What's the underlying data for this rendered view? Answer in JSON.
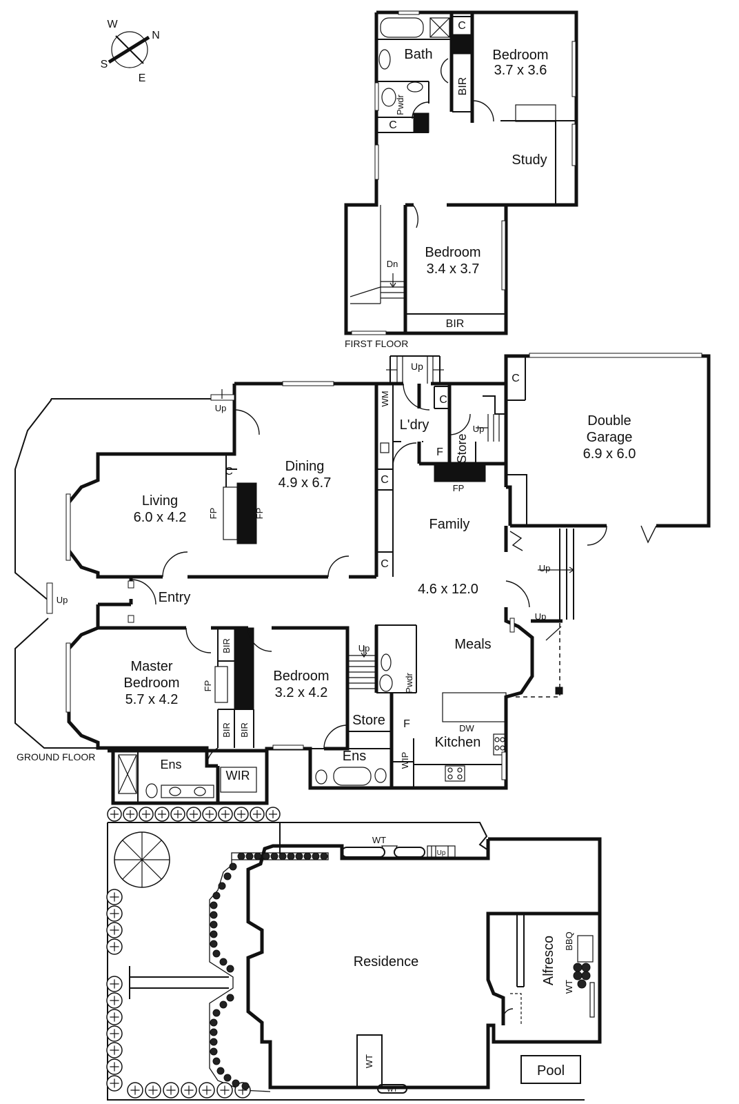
{
  "compass": {
    "n": "N",
    "s": "S",
    "e": "E",
    "w": "W"
  },
  "floors": {
    "first": "FIRST FLOOR",
    "ground": "GROUND FLOOR"
  },
  "first_floor": {
    "bath": "Bath",
    "c1": "C",
    "c2": "C",
    "bedroom1_name": "Bedroom",
    "bedroom1_size": "3.7 x 3.6",
    "bir1": "BIR",
    "pwdr": "Pwdr",
    "study": "Study",
    "bedroom2_name": "Bedroom",
    "bedroom2_size": "3.4 x 3.7",
    "bir2": "BIR",
    "dn": "Dn"
  },
  "ground_floor": {
    "up_top": "Up",
    "up_store": "Up",
    "up_dining": "Up",
    "up_left": "Up",
    "up_family": "Up",
    "up_meals": "Up",
    "up_stairs": "Up",
    "wm": "WM",
    "laundry": "L'dry",
    "c_laundry": "C",
    "c_garage": "C",
    "store_top": "Store",
    "f_top": "F",
    "fp_family": "FP",
    "garage_line1": "Double",
    "garage_line2": "Garage",
    "garage_size": "6.9 x 6.0",
    "dining_name": "Dining",
    "dining_size": "4.9 x 6.7",
    "c_living": "C",
    "fp_living_a": "FP",
    "fp_living_b": "FP",
    "living_name": "Living",
    "living_size": "6.0 x 4.2",
    "c_family1": "C",
    "c_family2": "C",
    "family": "Family",
    "family_size": "4.6 x 12.0",
    "entry": "Entry",
    "meals": "Meals",
    "master_line1": "Master",
    "master_line2": "Bedroom",
    "master_size": "5.7 x 4.2",
    "bir_a": "BIR",
    "bir_b": "BIR",
    "bir_c": "BIR",
    "fp_master": "FP",
    "bedroom_name": "Bedroom",
    "bedroom_size": "3.2 x 4.2",
    "pwdr": "Pwdr",
    "store": "Store",
    "f_kitchen": "F",
    "dw": "DW",
    "kitchen": "Kitchen",
    "wip": "WIP",
    "ens_master": "Ens",
    "wir": "WIR",
    "ens_bed": "Ens"
  },
  "site": {
    "residence": "Residence",
    "alfresco": "Alfresco",
    "bbq": "BBQ",
    "wt_alfresco": "WT",
    "wt_top": "WT",
    "up_top": "Up",
    "wt_bottom1": "WT",
    "wt_bottom2": "WT",
    "pool": "Pool"
  }
}
